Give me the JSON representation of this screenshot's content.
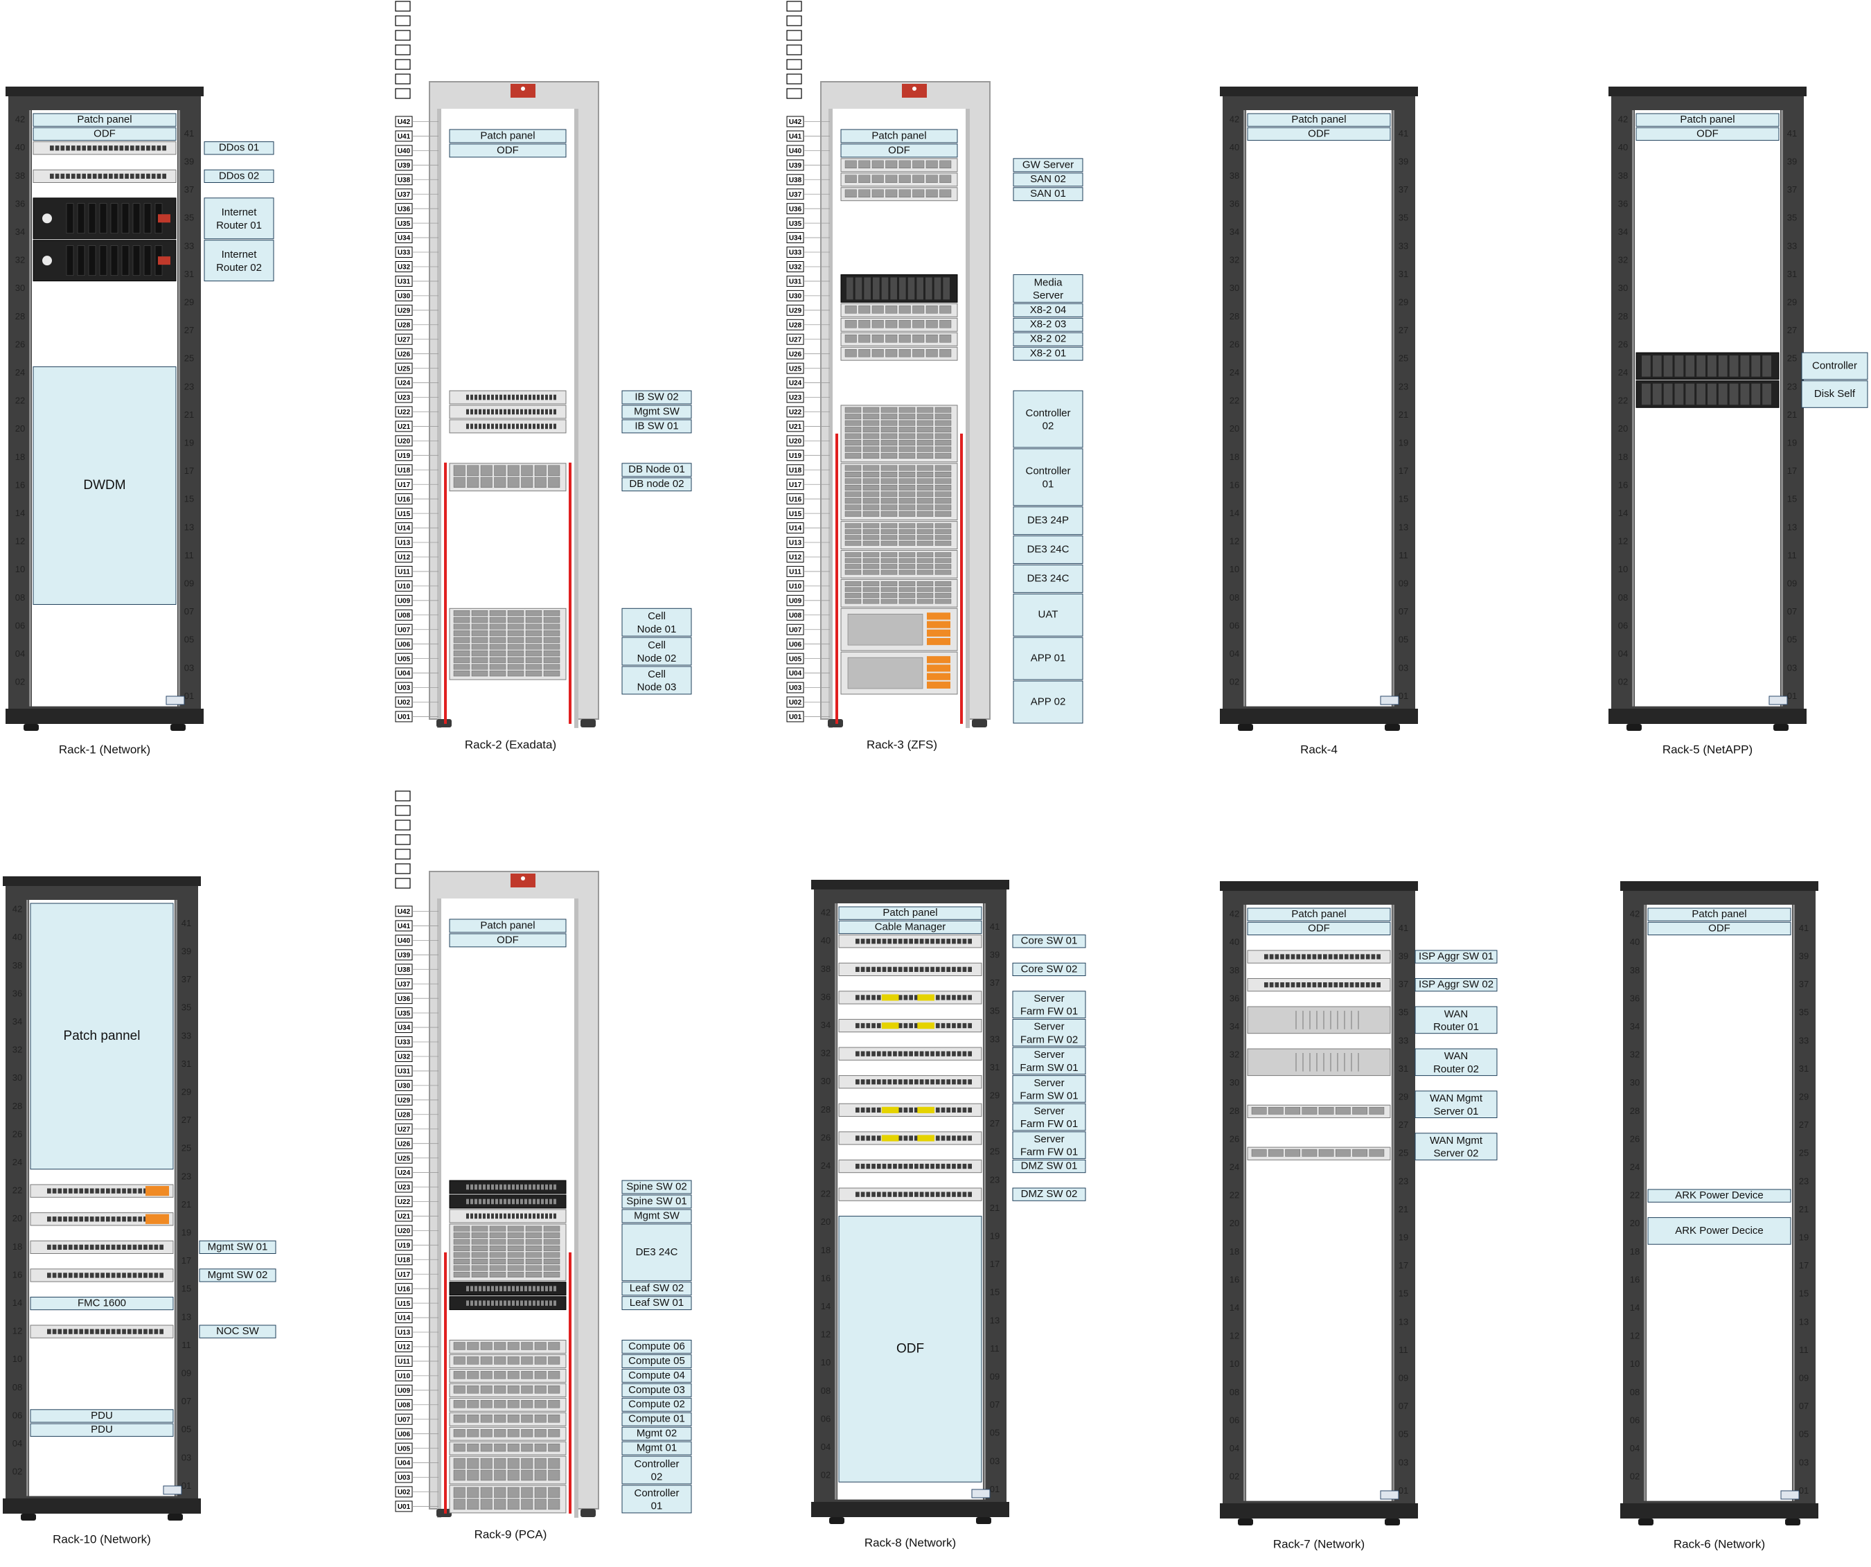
{
  "colors": {
    "frame": "#3f3f3f",
    "frame_dark": "#262626",
    "sun_frame": "#d9d9d9",
    "sun_rail": "#bfbfbf",
    "label_fill": "#daeef3",
    "label_stroke": "#1f3f5a",
    "red_rail": "#e02020",
    "device_dark": "#222222",
    "device_light": "#e6e6e6"
  },
  "racks": [
    {
      "id": "rack-1",
      "style": "eaton",
      "title": "Rack-1 (Network)",
      "devices": [
        {
          "label": "Patch panel",
          "u": 41,
          "h": 1,
          "kind": "label"
        },
        {
          "label": "ODF",
          "u": 40,
          "h": 1,
          "kind": "label"
        },
        {
          "u": 39,
          "h": 1,
          "kind": "switch-light"
        },
        {
          "u": 37,
          "h": 1,
          "kind": "switch-light"
        },
        {
          "u": 33,
          "h": 3,
          "kind": "router-dark"
        },
        {
          "u": 30,
          "h": 3,
          "kind": "router-dark"
        },
        {
          "label": "DWDM",
          "u": 7,
          "h": 17,
          "kind": "label"
        }
      ],
      "callouts": [
        {
          "label": "DDos 01",
          "u": 39,
          "h": 1
        },
        {
          "label": "DDos 02",
          "u": 37,
          "h": 1
        },
        {
          "label": "Internet Router 01",
          "u": 33,
          "h": 3
        },
        {
          "label": "Internet Router 02",
          "u": 30,
          "h": 3
        }
      ]
    },
    {
      "id": "rack-2",
      "style": "sun",
      "title": "Rack-2 (Exadata)",
      "devices": [
        {
          "label": "Patch panel",
          "u": 40,
          "h": 1,
          "kind": "label"
        },
        {
          "label": "ODF",
          "u": 39,
          "h": 1,
          "kind": "label"
        },
        {
          "u": 22,
          "h": 1,
          "kind": "switch-light"
        },
        {
          "u": 21,
          "h": 1,
          "kind": "switch-light"
        },
        {
          "u": 20,
          "h": 1,
          "kind": "switch-light"
        },
        {
          "u": 16,
          "h": 2,
          "kind": "server-light"
        },
        {
          "u": 3,
          "h": 5,
          "kind": "storage"
        }
      ],
      "callouts": [
        {
          "label": "IB SW 02",
          "u": 22,
          "h": 1
        },
        {
          "label": "Mgmt SW",
          "u": 21,
          "h": 1
        },
        {
          "label": "IB SW 01",
          "u": 20,
          "h": 1
        },
        {
          "label": "DB Node 01",
          "u": 17,
          "h": 1
        },
        {
          "label": "DB node 02",
          "u": 16,
          "h": 1
        },
        {
          "label": "Cell Node 01",
          "u": 6,
          "h": 2
        },
        {
          "label": "Cell Node 02",
          "u": 4,
          "h": 2
        },
        {
          "label": "Cell Node 03",
          "u": 2,
          "h": 2
        }
      ]
    },
    {
      "id": "rack-3",
      "style": "sun",
      "title": "Rack-3 (ZFS)",
      "devices": [
        {
          "label": "Patch panel",
          "u": 40,
          "h": 1,
          "kind": "label"
        },
        {
          "label": "ODF",
          "u": 39,
          "h": 1,
          "kind": "label"
        },
        {
          "u": 38,
          "h": 1,
          "kind": "server-light"
        },
        {
          "u": 37,
          "h": 1,
          "kind": "server-light"
        },
        {
          "u": 36,
          "h": 1,
          "kind": "server-light"
        },
        {
          "u": 29,
          "h": 2,
          "kind": "server-dark"
        },
        {
          "u": 28,
          "h": 1,
          "kind": "server-light"
        },
        {
          "u": 27,
          "h": 1,
          "kind": "server-light"
        },
        {
          "u": 26,
          "h": 1,
          "kind": "server-light"
        },
        {
          "u": 25,
          "h": 1,
          "kind": "server-light"
        },
        {
          "u": 18,
          "h": 4,
          "kind": "storage"
        },
        {
          "u": 14,
          "h": 4,
          "kind": "storage"
        },
        {
          "u": 12,
          "h": 2,
          "kind": "storage"
        },
        {
          "u": 10,
          "h": 2,
          "kind": "storage"
        },
        {
          "u": 8,
          "h": 2,
          "kind": "storage"
        },
        {
          "u": 5,
          "h": 3,
          "kind": "server-big"
        },
        {
          "u": 2,
          "h": 3,
          "kind": "server-big"
        }
      ],
      "callouts": [
        {
          "label": "GW Server",
          "u": 38,
          "h": 1
        },
        {
          "label": "SAN 02",
          "u": 37,
          "h": 1
        },
        {
          "label": "SAN 01",
          "u": 36,
          "h": 1
        },
        {
          "label": "Media Server",
          "u": 29,
          "h": 2
        },
        {
          "label": "X8-2 04",
          "u": 28,
          "h": 1
        },
        {
          "label": "X8-2 03",
          "u": 27,
          "h": 1
        },
        {
          "label": "X8-2 02",
          "u": 26,
          "h": 1
        },
        {
          "label": "X8-2 01",
          "u": 25,
          "h": 1
        },
        {
          "label": "Controller 02",
          "u": 19,
          "h": 4
        },
        {
          "label": "Controller 01",
          "u": 15,
          "h": 4
        },
        {
          "label": "DE3 24P",
          "u": 13,
          "h": 2
        },
        {
          "label": "DE3 24C",
          "u": 11,
          "h": 2
        },
        {
          "label": "DE3 24C",
          "u": 9,
          "h": 2
        },
        {
          "label": "UAT",
          "u": 6,
          "h": 3
        },
        {
          "label": "APP 01",
          "u": 3,
          "h": 3
        },
        {
          "label": "APP 02",
          "u": 0,
          "h": 3
        }
      ]
    },
    {
      "id": "rack-4",
      "style": "eaton",
      "title": "Rack-4",
      "devices": [
        {
          "label": "Patch panel",
          "u": 41,
          "h": 1,
          "kind": "label"
        },
        {
          "label": "ODF",
          "u": 40,
          "h": 1,
          "kind": "label"
        }
      ],
      "callouts": []
    },
    {
      "id": "rack-5",
      "style": "eaton",
      "title": "Rack-5 (NetAPP)",
      "devices": [
        {
          "label": "Patch panel",
          "u": 41,
          "h": 1,
          "kind": "label"
        },
        {
          "label": "ODF",
          "u": 40,
          "h": 1,
          "kind": "label"
        },
        {
          "u": 23,
          "h": 2,
          "kind": "server-dark"
        },
        {
          "u": 21,
          "h": 2,
          "kind": "server-dark"
        }
      ],
      "callouts": [
        {
          "label": "Controller",
          "u": 23,
          "h": 2
        },
        {
          "label": "Disk Self",
          "u": 21,
          "h": 2
        }
      ]
    },
    {
      "id": "rack-10",
      "style": "eaton",
      "title": "Rack-10 (Network)",
      "devices": [
        {
          "label": "Patch pannel",
          "u": 23,
          "h": 19,
          "kind": "label"
        },
        {
          "u": 21,
          "h": 1,
          "kind": "appliance"
        },
        {
          "u": 19,
          "h": 1,
          "kind": "appliance"
        },
        {
          "u": 17,
          "h": 1,
          "kind": "switch-light"
        },
        {
          "u": 15,
          "h": 1,
          "kind": "switch-light"
        },
        {
          "label": "FMC 1600",
          "u": 13,
          "h": 1,
          "kind": "label"
        },
        {
          "u": 11,
          "h": 1,
          "kind": "switch-light"
        },
        {
          "label": "PDU",
          "u": 5,
          "h": 1,
          "kind": "label"
        },
        {
          "label": "PDU",
          "u": 4,
          "h": 1,
          "kind": "label"
        }
      ],
      "callouts": [
        {
          "label": "Mgmt SW 01",
          "u": 17,
          "h": 1
        },
        {
          "label": "Mgmt SW 02",
          "u": 15,
          "h": 1
        },
        {
          "label": "NOC SW",
          "u": 11,
          "h": 1
        }
      ]
    },
    {
      "id": "rack-9",
      "style": "sun",
      "title": "Rack-9 (PCA)",
      "devices": [
        {
          "label": "Patch panel",
          "u": 40,
          "h": 1,
          "kind": "label"
        },
        {
          "label": "ODF",
          "u": 39,
          "h": 1,
          "kind": "label"
        },
        {
          "u": 22,
          "h": 1,
          "kind": "switch-dark"
        },
        {
          "u": 21,
          "h": 1,
          "kind": "switch-dark"
        },
        {
          "u": 20,
          "h": 1,
          "kind": "switch-light"
        },
        {
          "u": 16,
          "h": 4,
          "kind": "storage"
        },
        {
          "u": 15,
          "h": 1,
          "kind": "switch-dark"
        },
        {
          "u": 14,
          "h": 1,
          "kind": "switch-dark"
        },
        {
          "u": 11,
          "h": 1,
          "kind": "server-light"
        },
        {
          "u": 10,
          "h": 1,
          "kind": "server-light"
        },
        {
          "u": 9,
          "h": 1,
          "kind": "server-light"
        },
        {
          "u": 8,
          "h": 1,
          "kind": "server-light"
        },
        {
          "u": 7,
          "h": 1,
          "kind": "server-light"
        },
        {
          "u": 6,
          "h": 1,
          "kind": "server-light"
        },
        {
          "u": 5,
          "h": 1,
          "kind": "server-light"
        },
        {
          "u": 4,
          "h": 1,
          "kind": "server-light"
        },
        {
          "u": 2,
          "h": 2,
          "kind": "server-light"
        },
        {
          "u": 0,
          "h": 2,
          "kind": "server-light"
        }
      ],
      "callouts": [
        {
          "label": "Spine SW 02",
          "u": 22,
          "h": 1
        },
        {
          "label": "Spine SW 01",
          "u": 21,
          "h": 1
        },
        {
          "label": "Mgmt SW",
          "u": 20,
          "h": 1
        },
        {
          "label": "DE3 24C",
          "u": 16,
          "h": 4
        },
        {
          "label": "Leaf SW 02",
          "u": 15,
          "h": 1
        },
        {
          "label": "Leaf SW 01",
          "u": 14,
          "h": 1
        },
        {
          "label": "Compute 06",
          "u": 11,
          "h": 1
        },
        {
          "label": "Compute 05",
          "u": 10,
          "h": 1
        },
        {
          "label": "Compute 04",
          "u": 9,
          "h": 1
        },
        {
          "label": "Compute 03",
          "u": 8,
          "h": 1
        },
        {
          "label": "Compute 02",
          "u": 7,
          "h": 1
        },
        {
          "label": "Compute 01",
          "u": 6,
          "h": 1
        },
        {
          "label": "Mgmt 02",
          "u": 5,
          "h": 1
        },
        {
          "label": "Mgmt 01",
          "u": 4,
          "h": 1
        },
        {
          "label": "Controller 02",
          "u": 2,
          "h": 2
        },
        {
          "label": "Controller 01",
          "u": 0,
          "h": 2
        }
      ]
    },
    {
      "id": "rack-8",
      "style": "eaton",
      "title": "Rack-8 (Network)",
      "devices": [
        {
          "label": "Patch panel",
          "u": 41,
          "h": 1,
          "kind": "label"
        },
        {
          "label": "Cable Manager",
          "u": 40,
          "h": 1,
          "kind": "label"
        },
        {
          "u": 39,
          "h": 1,
          "kind": "switch-light"
        },
        {
          "u": 37,
          "h": 1,
          "kind": "switch-light"
        },
        {
          "u": 35,
          "h": 1,
          "kind": "firewall"
        },
        {
          "u": 33,
          "h": 1,
          "kind": "firewall"
        },
        {
          "u": 31,
          "h": 1,
          "kind": "switch-light"
        },
        {
          "u": 29,
          "h": 1,
          "kind": "switch-light"
        },
        {
          "u": 27,
          "h": 1,
          "kind": "firewall"
        },
        {
          "u": 25,
          "h": 1,
          "kind": "firewall"
        },
        {
          "u": 23,
          "h": 1,
          "kind": "switch-light"
        },
        {
          "u": 21,
          "h": 1,
          "kind": "switch-light"
        },
        {
          "label": "ODF",
          "u": 1,
          "h": 19,
          "kind": "label"
        }
      ],
      "callouts": [
        {
          "label": "Core SW 01",
          "u": 39,
          "h": 1
        },
        {
          "label": "Core SW 02",
          "u": 37,
          "h": 1
        },
        {
          "label": "Server Farm FW 01",
          "u": 34,
          "h": 2
        },
        {
          "label": "Server Farm FW 02",
          "u": 32,
          "h": 2
        },
        {
          "label": "Server Farm SW 01",
          "u": 30,
          "h": 2
        },
        {
          "label": "Server Farm SW 01",
          "u": 28,
          "h": 2
        },
        {
          "label": "Server Farm FW 01",
          "u": 26,
          "h": 2
        },
        {
          "label": "Server Farm FW 01",
          "u": 24,
          "h": 2
        },
        {
          "label": "DMZ SW 01",
          "u": 23,
          "h": 1
        },
        {
          "label": "DMZ SW 02",
          "u": 21,
          "h": 1
        }
      ]
    },
    {
      "id": "rack-7",
      "style": "eaton",
      "title": "Rack-7 (Network)",
      "devices": [
        {
          "label": "Patch panel",
          "u": 41,
          "h": 1,
          "kind": "label"
        },
        {
          "label": "ODF",
          "u": 40,
          "h": 1,
          "kind": "label"
        },
        {
          "u": 38,
          "h": 1,
          "kind": "switch-light"
        },
        {
          "u": 36,
          "h": 1,
          "kind": "switch-light"
        },
        {
          "u": 33,
          "h": 2,
          "kind": "router-grey"
        },
        {
          "u": 30,
          "h": 2,
          "kind": "router-grey"
        },
        {
          "u": 27,
          "h": 1,
          "kind": "server-light"
        },
        {
          "u": 24,
          "h": 1,
          "kind": "server-light"
        }
      ],
      "callouts": [
        {
          "label": "ISP Aggr SW 01",
          "u": 38,
          "h": 1
        },
        {
          "label": "ISP Aggr SW 02",
          "u": 36,
          "h": 1
        },
        {
          "label": "WAN Router 01",
          "u": 33,
          "h": 2
        },
        {
          "label": "WAN Router 02",
          "u": 30,
          "h": 2
        },
        {
          "label": "WAN Mgmt Server 01",
          "u": 27,
          "h": 2
        },
        {
          "label": "WAN Mgmt Server 02",
          "u": 24,
          "h": 2
        }
      ]
    },
    {
      "id": "rack-6",
      "style": "eaton",
      "title": "Rack-6 (Network)",
      "devices": [
        {
          "label": "Patch panel",
          "u": 41,
          "h": 1,
          "kind": "label"
        },
        {
          "label": "ODF",
          "u": 40,
          "h": 1,
          "kind": "label"
        },
        {
          "label": "ARK Power Device",
          "u": 21,
          "h": 1,
          "kind": "label"
        },
        {
          "label": "ARK Power Decice",
          "u": 18,
          "h": 2,
          "kind": "label"
        }
      ],
      "callouts": []
    }
  ]
}
